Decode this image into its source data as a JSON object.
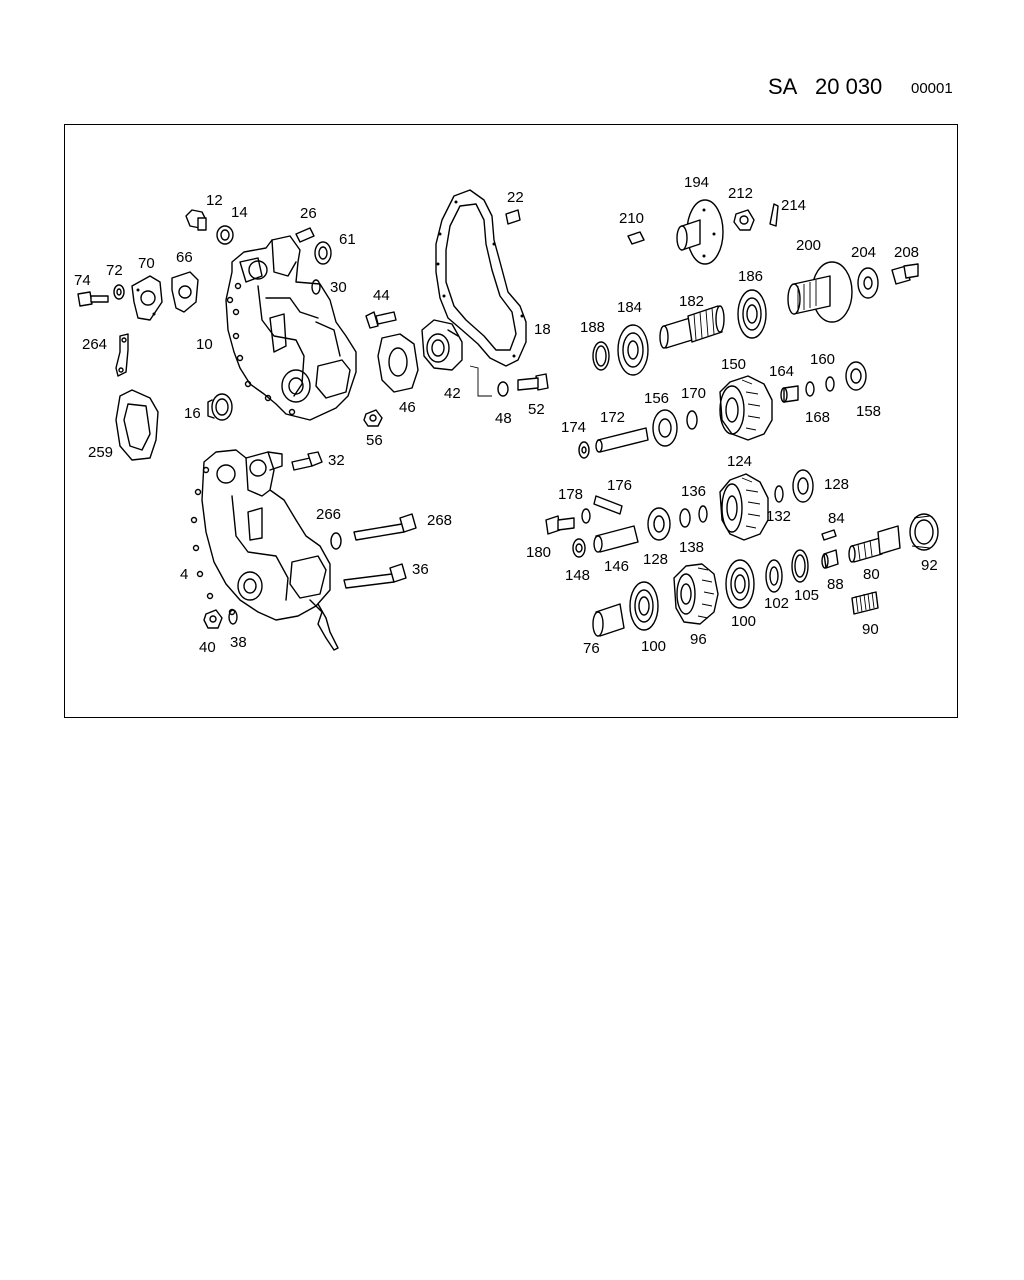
{
  "header": {
    "prefix": "SA",
    "number": "20 030",
    "code": "00001"
  },
  "labels": [
    {
      "id": "12",
      "text": "12"
    },
    {
      "id": "14",
      "text": "14"
    },
    {
      "id": "26",
      "text": "26"
    },
    {
      "id": "61",
      "text": "61"
    },
    {
      "id": "30",
      "text": "30"
    },
    {
      "id": "10",
      "text": "10"
    },
    {
      "id": "16",
      "text": "16"
    },
    {
      "id": "74",
      "text": "74"
    },
    {
      "id": "72",
      "text": "72"
    },
    {
      "id": "70",
      "text": "70"
    },
    {
      "id": "66",
      "text": "66"
    },
    {
      "id": "264",
      "text": "264"
    },
    {
      "id": "259",
      "text": "259"
    },
    {
      "id": "44",
      "text": "44"
    },
    {
      "id": "46",
      "text": "46"
    },
    {
      "id": "56",
      "text": "56"
    },
    {
      "id": "42",
      "text": "42"
    },
    {
      "id": "48",
      "text": "48"
    },
    {
      "id": "52",
      "text": "52"
    },
    {
      "id": "22",
      "text": "22"
    },
    {
      "id": "18",
      "text": "18"
    },
    {
      "id": "32",
      "text": "32"
    },
    {
      "id": "266",
      "text": "266"
    },
    {
      "id": "268",
      "text": "268"
    },
    {
      "id": "36",
      "text": "36"
    },
    {
      "id": "4",
      "text": "4"
    },
    {
      "id": "40",
      "text": "40"
    },
    {
      "id": "38",
      "text": "38"
    },
    {
      "id": "194",
      "text": "194"
    },
    {
      "id": "212",
      "text": "212"
    },
    {
      "id": "214",
      "text": "214"
    },
    {
      "id": "210",
      "text": "210"
    },
    {
      "id": "200",
      "text": "200"
    },
    {
      "id": "204",
      "text": "204"
    },
    {
      "id": "208",
      "text": "208"
    },
    {
      "id": "186",
      "text": "186"
    },
    {
      "id": "184",
      "text": "184"
    },
    {
      "id": "182",
      "text": "182"
    },
    {
      "id": "188",
      "text": "188"
    },
    {
      "id": "150",
      "text": "150"
    },
    {
      "id": "164",
      "text": "164"
    },
    {
      "id": "160",
      "text": "160"
    },
    {
      "id": "168",
      "text": "168"
    },
    {
      "id": "158",
      "text": "158"
    },
    {
      "id": "156",
      "text": "156"
    },
    {
      "id": "170",
      "text": "170"
    },
    {
      "id": "174",
      "text": "174"
    },
    {
      "id": "172",
      "text": "172"
    },
    {
      "id": "124",
      "text": "124"
    },
    {
      "id": "128a",
      "text": "128"
    },
    {
      "id": "178",
      "text": "178"
    },
    {
      "id": "176",
      "text": "176"
    },
    {
      "id": "136",
      "text": "136"
    },
    {
      "id": "132",
      "text": "132"
    },
    {
      "id": "84",
      "text": "84"
    },
    {
      "id": "180",
      "text": "180"
    },
    {
      "id": "148",
      "text": "148"
    },
    {
      "id": "146",
      "text": "146"
    },
    {
      "id": "128b",
      "text": "128"
    },
    {
      "id": "138",
      "text": "138"
    },
    {
      "id": "80",
      "text": "80"
    },
    {
      "id": "92",
      "text": "92"
    },
    {
      "id": "88",
      "text": "88"
    },
    {
      "id": "105",
      "text": "105"
    },
    {
      "id": "102",
      "text": "102"
    },
    {
      "id": "100a",
      "text": "100"
    },
    {
      "id": "100b",
      "text": "100"
    },
    {
      "id": "96",
      "text": "96"
    },
    {
      "id": "76",
      "text": "76"
    },
    {
      "id": "90",
      "text": "90"
    }
  ]
}
